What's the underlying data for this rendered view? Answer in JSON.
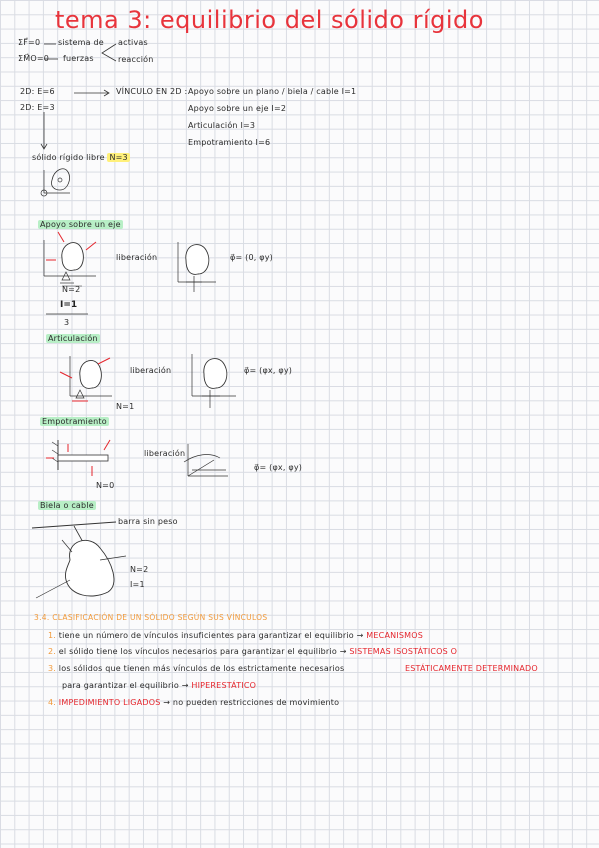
{
  "title": {
    "prefix": "tema 3",
    "rest": "equilibrio  del sólido rígido"
  },
  "intro": {
    "f_zero": "ΣF⃗=0",
    "m_zero": "ΣM⃗O=0",
    "sistema": "sistema de",
    "fuerzas": "fuerzas",
    "activas": "activas",
    "reaccion": "reacción"
  },
  "degrees": {
    "row1_left": "2D:  E=6",
    "row2_left": "2D:  E=3",
    "vinculo_label": "VÍNCULO EN 2D :",
    "items": [
      "Apoyo sobre un plano / biela / cable  I=1",
      "Apoyo sobre un eje  I=2",
      "Articulación  I=3",
      "Empotramiento  I=6"
    ]
  },
  "solido_libre": {
    "label": "sólido rígido libre",
    "n": "N=3"
  },
  "sections": {
    "apoyo_eje": {
      "heading": "Apoyo sobre un eje",
      "n": "N=2",
      "i": "I=1",
      "den": "3",
      "liberacion": "liberación",
      "phi": "φ⃗= (0, φy)"
    },
    "articulacion": {
      "heading": "Articulación",
      "n": "N=1",
      "liberacion": "liberación",
      "phi": "φ⃗= (φx, φy)"
    },
    "empotramiento": {
      "heading": "Empotramiento",
      "n": "N=0",
      "liberacion": "liberación",
      "phi": "φ⃗= (φx, φy)"
    },
    "biela": {
      "heading": "Biela o cable",
      "barra": "barra sin peso",
      "n": "N=2",
      "i": "I=1"
    }
  },
  "classification": {
    "heading": "3.4. CLASIFICACIÓN DE UN SÓLIDO SEGÚN SUS VÍNCULOS",
    "items": [
      {
        "num": "1.",
        "text": "tiene un número de vínculos insuficientes para garantizar el equilibrio",
        "result": "MECANISMOS"
      },
      {
        "num": "2.",
        "text": "el sólido tiene los vínculos necesarios para garantizar el equilibrio",
        "result": "SISTEMAS ISOSTÁTICOS O"
      },
      {
        "num": "",
        "text": "",
        "result": "ESTÁTICAMENTE DETERMINADO"
      },
      {
        "num": "3.",
        "text": "los sólidos que tienen más vínculos de los estrictamente necesarios",
        "result": ""
      },
      {
        "num": "",
        "text": "para garantizar el equilibrio",
        "result": "HIPERESTÁTICO"
      },
      {
        "num": "4.",
        "text": "IMPEDIMIENTO LIGADOS",
        "result": "no pueden restricciones de movimiento"
      }
    ]
  },
  "colors": {
    "title": "#e8343c",
    "accent_orange": "#f19a3b",
    "highlight_green": "#b8efc6",
    "highlight_yellow": "#fff07a",
    "arrow_red": "#e5262d"
  }
}
